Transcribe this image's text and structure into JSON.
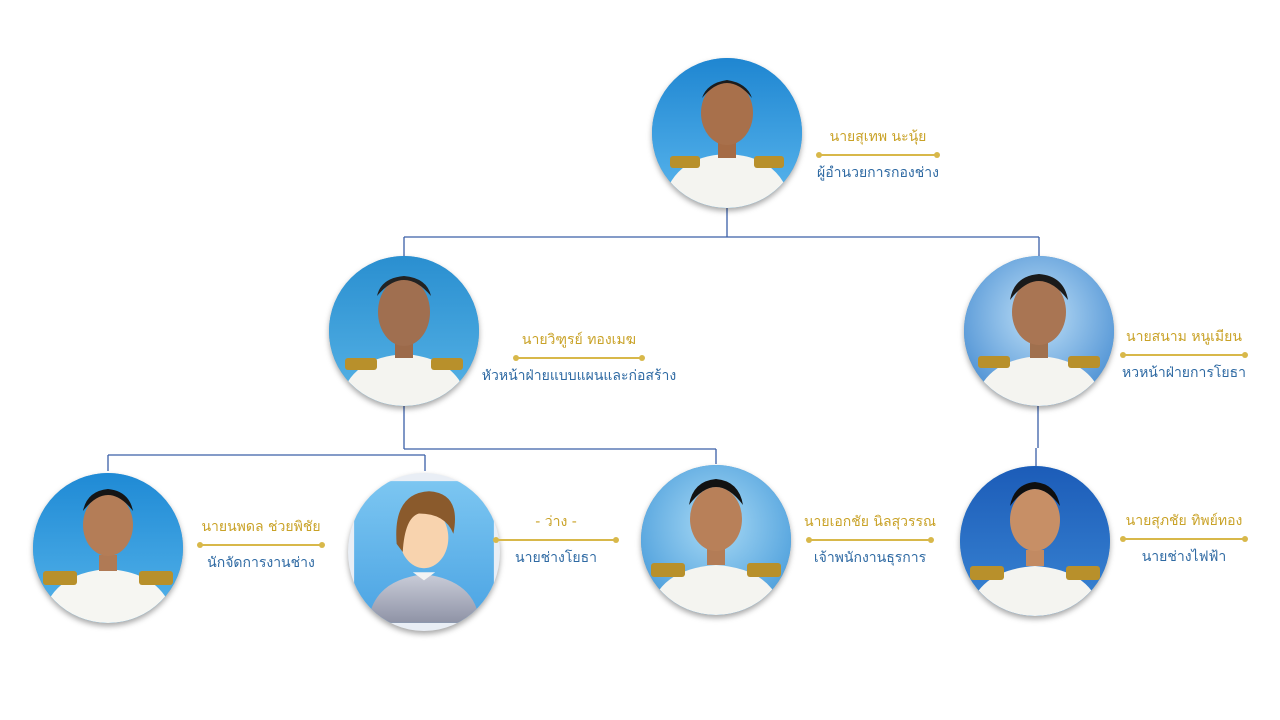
{
  "colors": {
    "name": "#c9a227",
    "title": "#2f6aa3",
    "line": "#3a5fa8",
    "divider": "#d8b84a"
  },
  "people": {
    "director": {
      "name": "นายสุเทพ นะนุ้ย",
      "title": "ผู้อำนวยการกองช่าง",
      "photo_icon": "person-photo"
    },
    "design_head": {
      "name": "นายวิฑูรย์ ทองเมฆ",
      "title": "หัวหน้าฝ่ายแบบแผนและก่อสร้าง",
      "photo_icon": "person-photo"
    },
    "works_head": {
      "name": "นายสนาม หนูเมียน",
      "title": "หวหน้าฝ่ายการโยธา",
      "photo_icon": "person-photo"
    },
    "technician": {
      "name": "นายนพดล ช่วยพิชัย",
      "title": "นักจัดการงานช่าง",
      "photo_icon": "person-photo"
    },
    "civil_engineer": {
      "name": "- ว่าง -",
      "title": "นายช่างโยธา",
      "photo_icon": "placeholder-avatar"
    },
    "clerk": {
      "name": "นายเอกชัย นิลสุวรรณ",
      "title": "เจ้าพนักงานธุรการ",
      "photo_icon": "person-photo"
    },
    "electrician": {
      "name": "นายสุภชัย ทิพย์ทอง",
      "title": "นายช่างไฟฟ้า",
      "photo_icon": "person-photo"
    }
  }
}
